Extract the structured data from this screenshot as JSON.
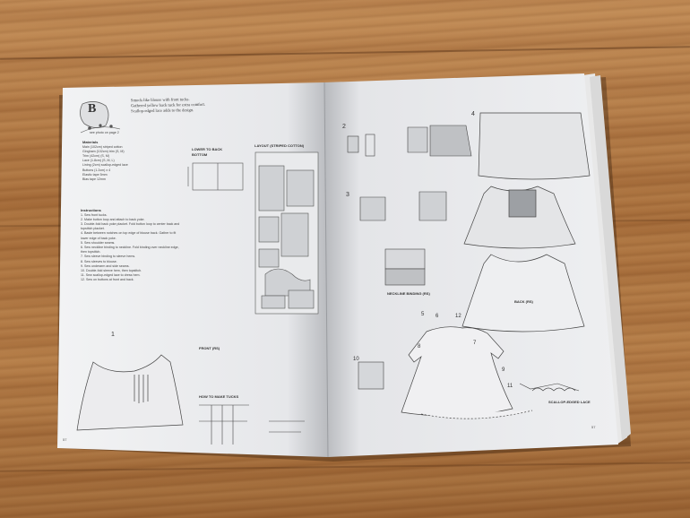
{
  "scene": {
    "subject": "open sewing pattern book on wooden floor"
  },
  "left_page": {
    "section_letter": "B",
    "title_lines": [
      "Smock-like blouse with front tucks.",
      "Gathered yellow back tuck for extra comfort.",
      "Scallop-edged lace adds to the design."
    ],
    "see_photo_label": "see photo on",
    "see_photo_page": "page 2",
    "materials_heading": "Materials",
    "materials": [
      "Main (102cm) striped cotton",
      "Gingham (102cm) trim (S, M)",
      "Trim (42cm) (S, M)",
      "Lace (1.8cm) (S, M, L)",
      "Lining (2cm) scallop-edged lace",
      "Buttons (1.2cm) x 4",
      "Elastic tape 5mm",
      "Bias tape 12mm"
    ],
    "instructions_heading": "Instructions",
    "instructions": [
      "1. Sew front tucks.",
      "2. Make button loop and attach to back yoke.",
      "3. Double-fold back yoke placket. Fold button loop to center back and topstitch placket.",
      "4. Baste between notches on top edge of blouse back. Gather to fit lower edge of back yoke.",
      "5. Sew shoulder seams.",
      "6. Sew neckline binding to neckline. Fold binding over neckline edge, then topstitch.",
      "7. Sew sleeve binding to sleeve hems.",
      "8. Sew sleeves to blouse.",
      "9. Sew underarm and side seams.",
      "10. Double-fold sleeve hem, then topstitch.",
      "11. Sew scallop-edged lace to dress hem.",
      "12. Sew on buttons at front and back."
    ],
    "lower_back_label": "LOWER TO BACK BOTTOM",
    "layout_label": "LAYOUT (STRIPED COTTON)",
    "how_to_tucks_label": "HOW TO MAKE TUCKS",
    "step_1": "1",
    "front_label": "FRONT (RS)",
    "folio": "57"
  },
  "right_page": {
    "steps": [
      "2",
      "3",
      "4",
      "5",
      "6",
      "7",
      "8",
      "9",
      "10",
      "11",
      "12"
    ],
    "back_label": "BACK (RS)",
    "neckline_binding_label": "NECKLINE BINDING (RS)",
    "scallop_lace_label": "SCALLOP-EDGED LACE",
    "folio": "57"
  }
}
